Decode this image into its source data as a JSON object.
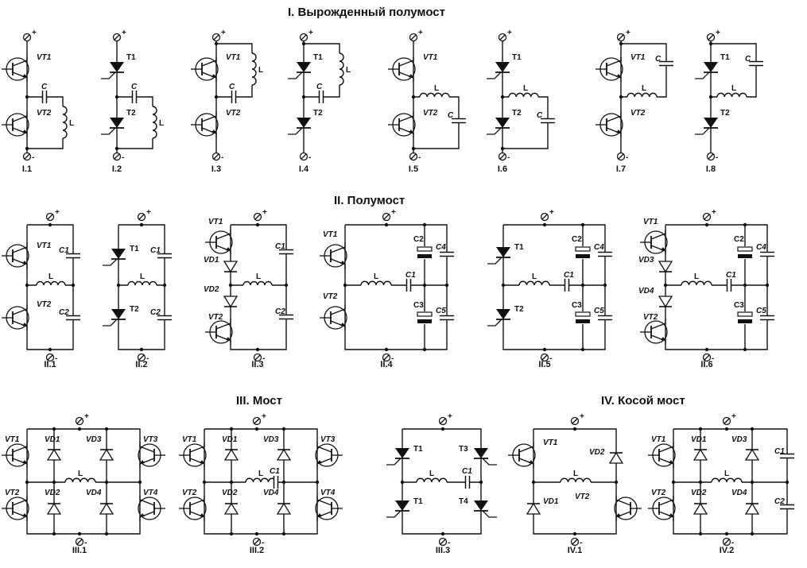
{
  "title": "Схемы полумостовых и мостовых инверторов",
  "sections": [
    {
      "id": "I",
      "heading": "I. Вырожденный полумост"
    },
    {
      "id": "II",
      "heading": "II. Полумост"
    },
    {
      "id": "III",
      "heading": "III. Мост"
    },
    {
      "id": "IV",
      "heading": "IV. Косой мост"
    }
  ],
  "terminals": {
    "plus": "+",
    "minus": "-"
  },
  "circuits": [
    {
      "id": "I.1",
      "section": "I",
      "switches": [
        "VT1",
        "VT2"
      ],
      "switch_type": "transistor",
      "labels": [
        "VT1",
        "VT2",
        "C",
        "L"
      ]
    },
    {
      "id": "I.2",
      "section": "I",
      "switches": [
        "T1",
        "T2"
      ],
      "switch_type": "thyristor",
      "labels": [
        "T1",
        "T2",
        "C",
        "L"
      ]
    },
    {
      "id": "I.3",
      "section": "I",
      "switches": [
        "VT1",
        "VT2"
      ],
      "switch_type": "transistor",
      "labels": [
        "VT1",
        "VT2",
        "C",
        "L"
      ]
    },
    {
      "id": "I.4",
      "section": "I",
      "switches": [
        "T1",
        "T2"
      ],
      "switch_type": "thyristor",
      "labels": [
        "T1",
        "T2",
        "C",
        "L"
      ]
    },
    {
      "id": "I.5",
      "section": "I",
      "switches": [
        "VT1",
        "VT2"
      ],
      "switch_type": "transistor",
      "labels": [
        "VT1",
        "VT2",
        "L",
        "C"
      ]
    },
    {
      "id": "I.6",
      "section": "I",
      "switches": [
        "T1",
        "T2"
      ],
      "switch_type": "thyristor",
      "labels": [
        "T1",
        "T2",
        "L",
        "C"
      ]
    },
    {
      "id": "I.7",
      "section": "I",
      "switches": [
        "VT1",
        "VT2"
      ],
      "switch_type": "transistor",
      "labels": [
        "VT1",
        "VT2",
        "C",
        "L"
      ]
    },
    {
      "id": "I.8",
      "section": "I",
      "switches": [
        "T1",
        "T2"
      ],
      "switch_type": "thyristor",
      "labels": [
        "T1",
        "T2",
        "C",
        "L"
      ]
    },
    {
      "id": "II.1",
      "section": "II",
      "labels": [
        "VT1",
        "VT2",
        "C1",
        "C2",
        "L"
      ]
    },
    {
      "id": "II.2",
      "section": "II",
      "labels": [
        "T1",
        "T2",
        "C1",
        "C2",
        "L"
      ]
    },
    {
      "id": "II.3",
      "section": "II",
      "labels": [
        "VT1",
        "VD1",
        "VD2",
        "VT2",
        "C1",
        "C2",
        "L"
      ]
    },
    {
      "id": "II.4",
      "section": "II",
      "labels": [
        "VT1",
        "VT2",
        "L",
        "C1",
        "C2",
        "C3",
        "C4",
        "C5"
      ]
    },
    {
      "id": "II.5",
      "section": "II",
      "labels": [
        "T1",
        "T2",
        "L",
        "C1",
        "C2",
        "C3",
        "C4",
        "C5"
      ]
    },
    {
      "id": "II.6",
      "section": "II",
      "labels": [
        "VT1",
        "VD3",
        "VD4",
        "VT2",
        "L",
        "C1",
        "C2",
        "C3",
        "C4",
        "C5"
      ]
    },
    {
      "id": "III.1",
      "section": "III",
      "labels": [
        "VT1",
        "VD1",
        "VD3",
        "VT3",
        "VT2",
        "VD2",
        "VD4",
        "VT4",
        "L"
      ]
    },
    {
      "id": "III.2",
      "section": "III",
      "labels": [
        "VT1",
        "VD1",
        "VD3",
        "VT3",
        "VT2",
        "VD2",
        "VD4",
        "VT4",
        "L",
        "C1"
      ]
    },
    {
      "id": "III.3",
      "section": "III",
      "labels": [
        "T1",
        "T3",
        "T1",
        "T4",
        "L",
        "C1"
      ]
    },
    {
      "id": "IV.1",
      "section": "IV",
      "labels": [
        "VT1",
        "VD2",
        "VD1",
        "VT2",
        "L"
      ]
    },
    {
      "id": "IV.2",
      "section": "IV",
      "labels": [
        "VT1",
        "VD1",
        "VD3",
        "C1",
        "VT2",
        "VD2",
        "VD4",
        "C2",
        "L"
      ]
    }
  ]
}
